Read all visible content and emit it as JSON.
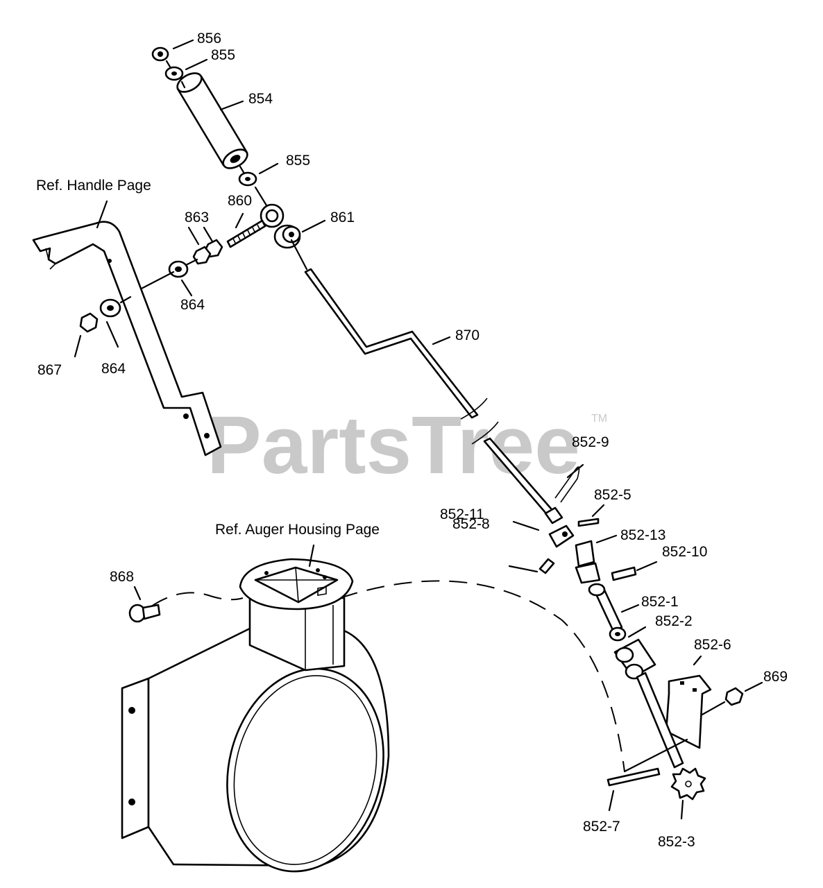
{
  "watermark": {
    "text": "PartsTree",
    "trademark": "TM",
    "color": "#c9c9c9"
  },
  "references": {
    "handle": "Ref. Handle Page",
    "auger_housing": "Ref. Auger Housing Page"
  },
  "callouts": {
    "p856": "856",
    "p855_top": "855",
    "p854": "854",
    "p855_mid": "855",
    "p860": "860",
    "p863": "863",
    "p861": "861",
    "p864_a": "864",
    "p864_b": "864",
    "p867": "867",
    "p870": "870",
    "p852_9": "852-9",
    "p852_5": "852-5",
    "p852_11": "852-11",
    "p852_8": "852-8",
    "p852_13": "852-13",
    "p852_10": "852-10",
    "p852_1": "852-1",
    "p852_2": "852-2",
    "p852_6": "852-6",
    "p869": "869",
    "p868": "868",
    "p852_7": "852-7",
    "p852_3": "852-3"
  },
  "icons": {
    "handle": "handle-bracket-icon",
    "chute": "discharge-chute-icon",
    "rod": "chute-control-rod-icon",
    "grip": "grip-tube-icon",
    "gear": "pinion-gear-icon"
  }
}
